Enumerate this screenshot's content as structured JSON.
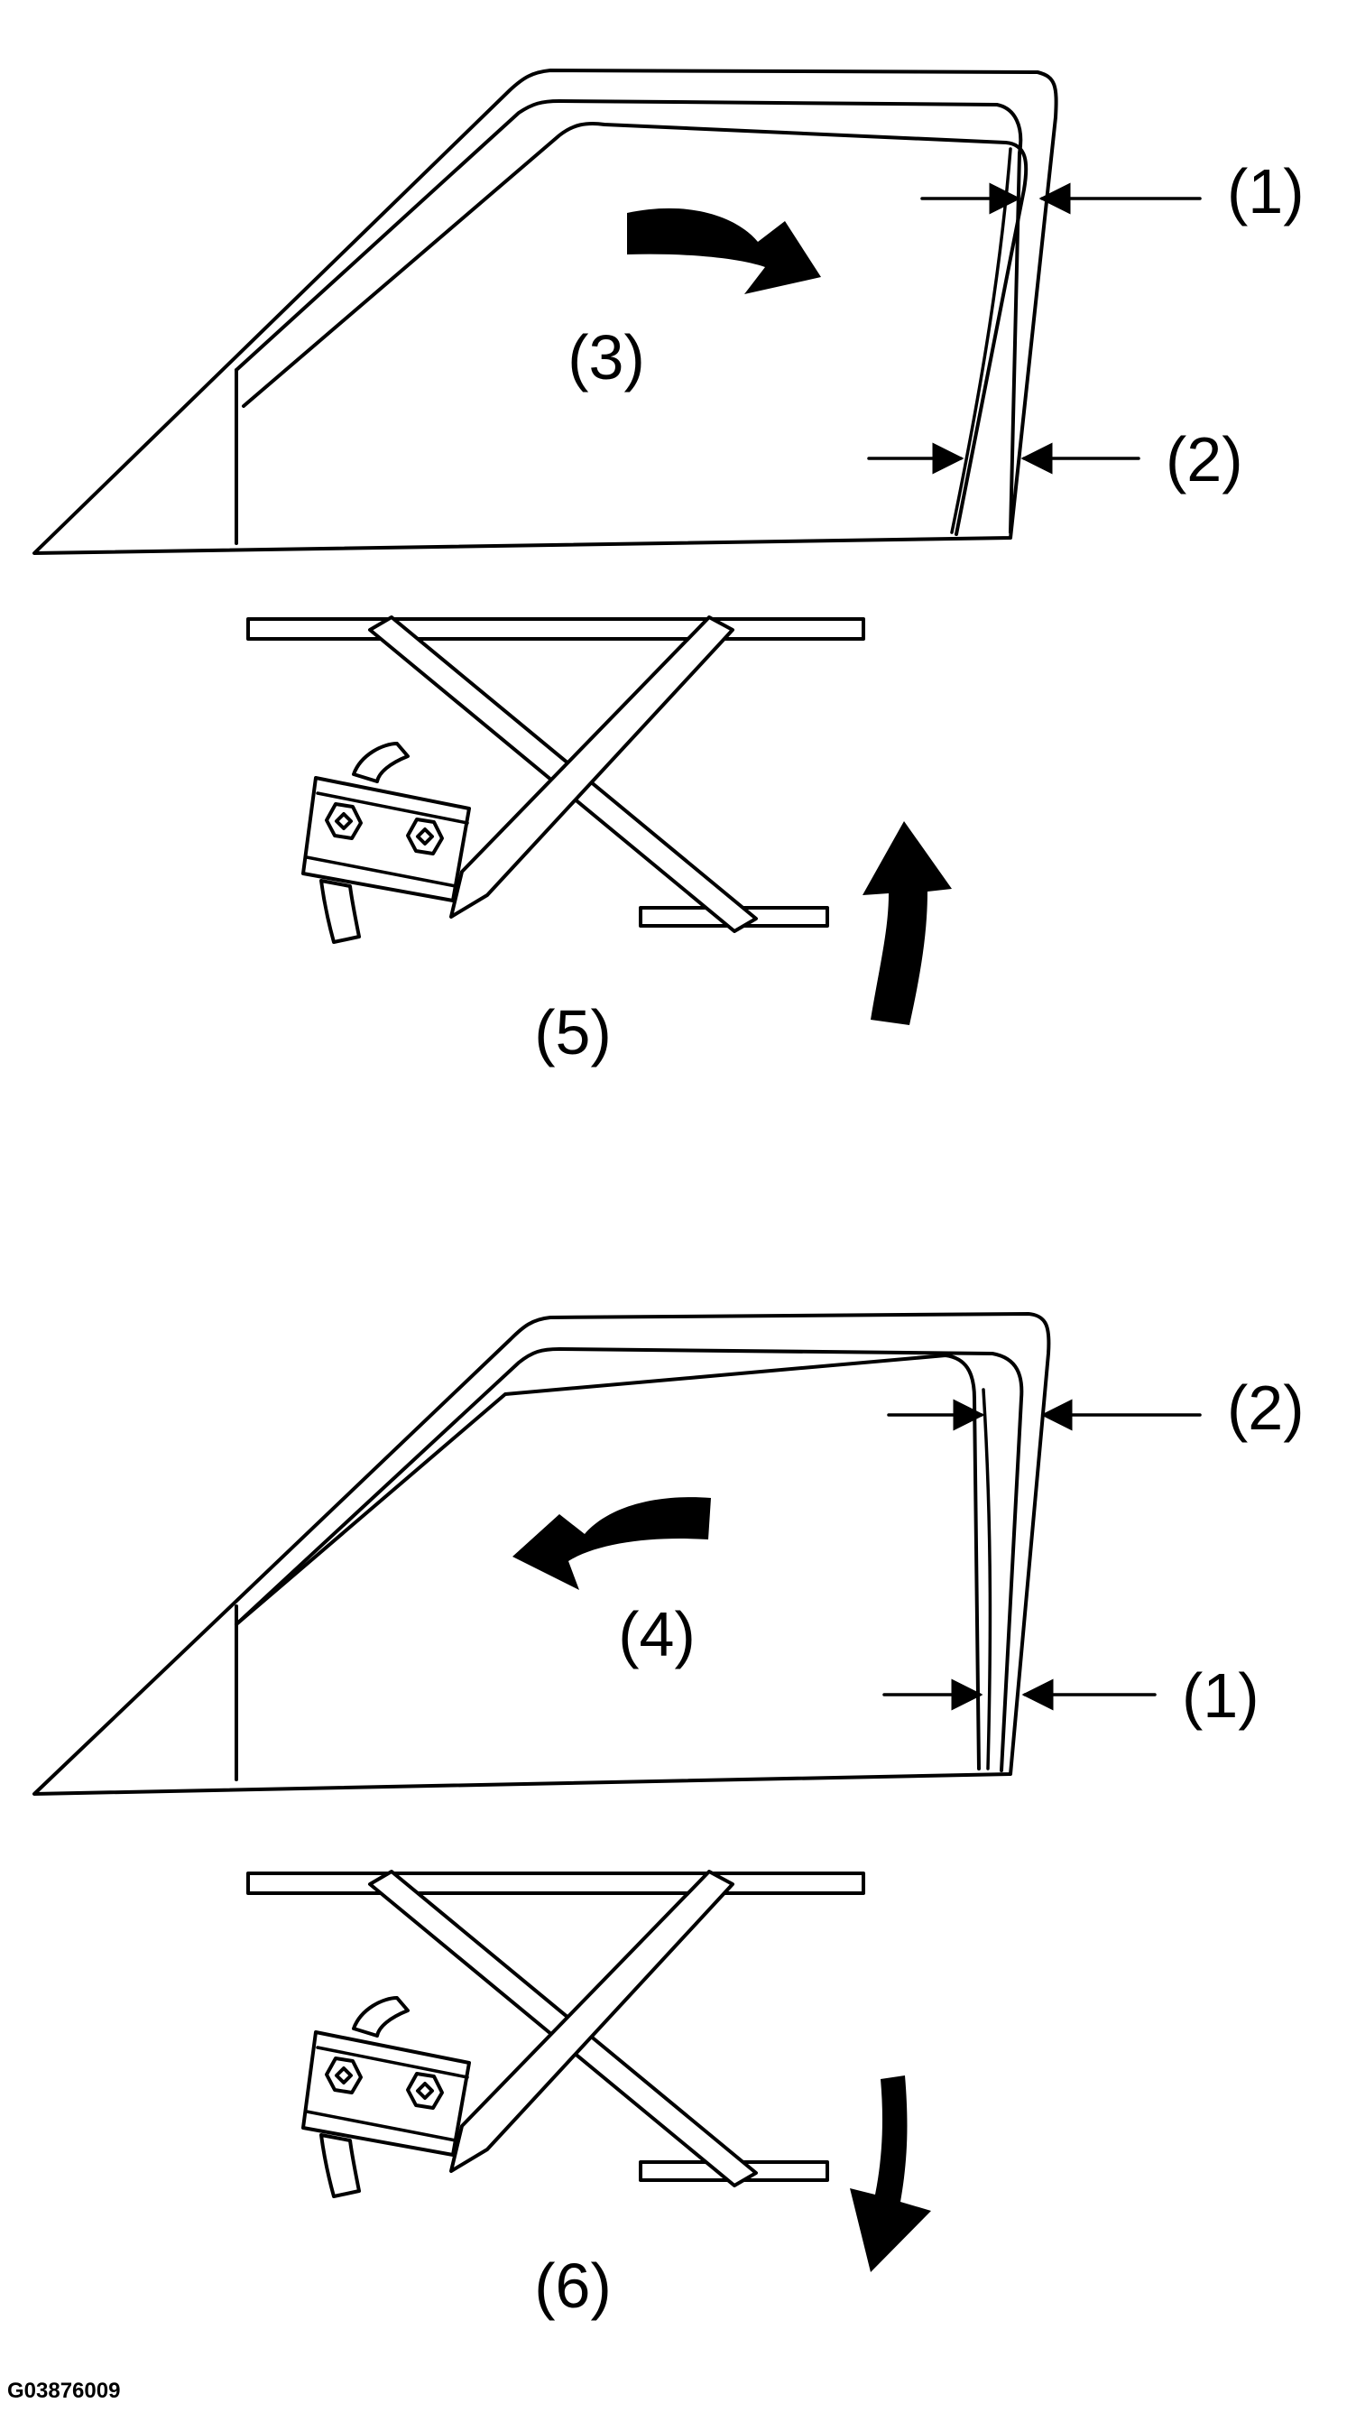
{
  "labels": {
    "one": "(1)",
    "two": "(2)",
    "three": "(3)",
    "four": "(4)",
    "five": "(5)",
    "six": "(6)"
  },
  "figure_code": "G03876009",
  "colors": {
    "line": "#000000",
    "background": "#ffffff"
  }
}
